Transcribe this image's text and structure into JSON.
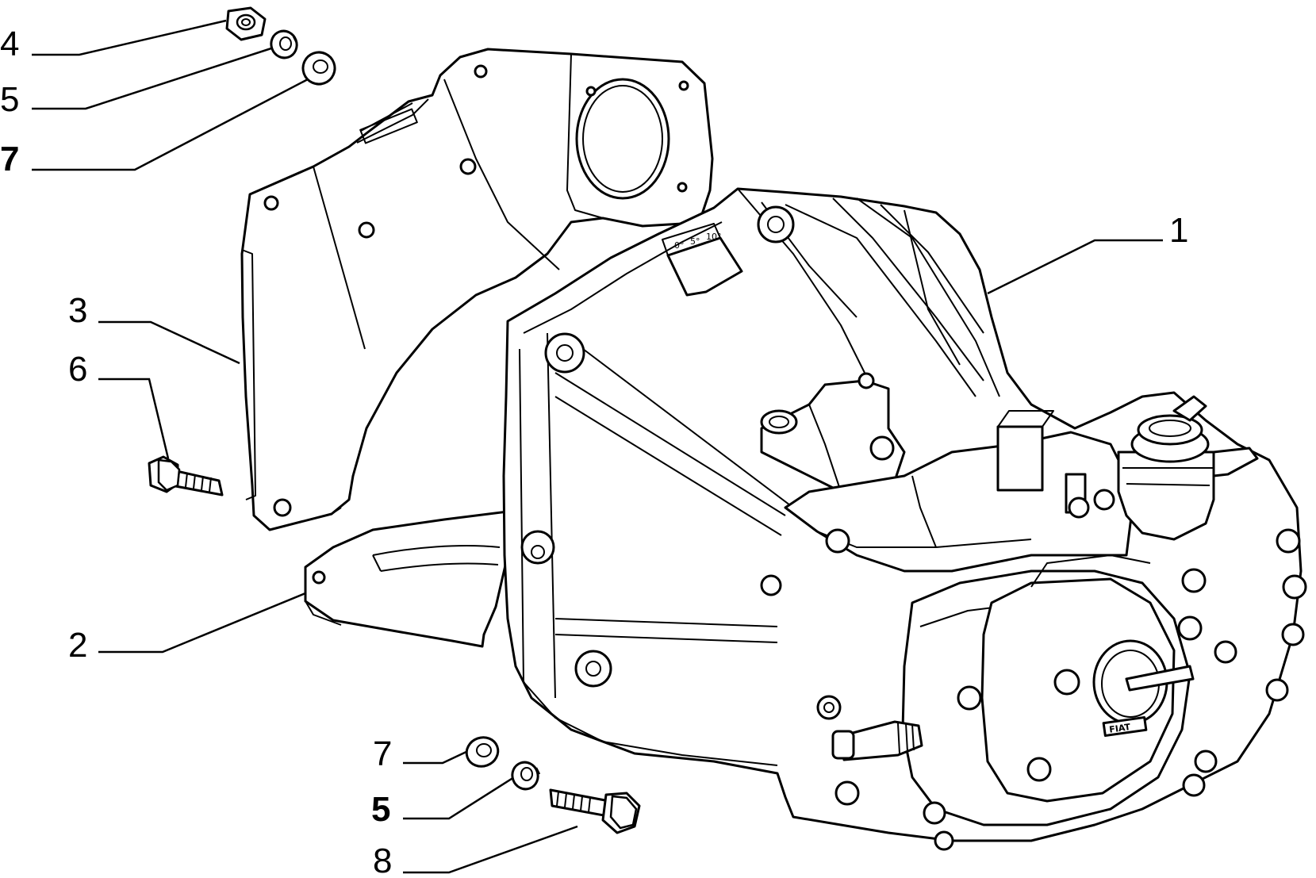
{
  "diagram": {
    "callouts": [
      {
        "id": "callout-4-top",
        "text": "4",
        "bold": false
      },
      {
        "id": "callout-5-top",
        "text": "5",
        "bold": false
      },
      {
        "id": "callout-7-top",
        "text": "7",
        "bold": true
      },
      {
        "id": "callout-3",
        "text": "3",
        "bold": false
      },
      {
        "id": "callout-6",
        "text": "6",
        "bold": false
      },
      {
        "id": "callout-2",
        "text": "2",
        "bold": false
      },
      {
        "id": "callout-1",
        "text": "1",
        "bold": false
      },
      {
        "id": "callout-7-bottom",
        "text": "7",
        "bold": false
      },
      {
        "id": "callout-5-bottom",
        "text": "5",
        "bold": true
      },
      {
        "id": "callout-8",
        "text": "8",
        "bold": false
      }
    ],
    "scale_marks": [
      "0°",
      "5°",
      "10°"
    ],
    "logo_text": "FIAT"
  }
}
